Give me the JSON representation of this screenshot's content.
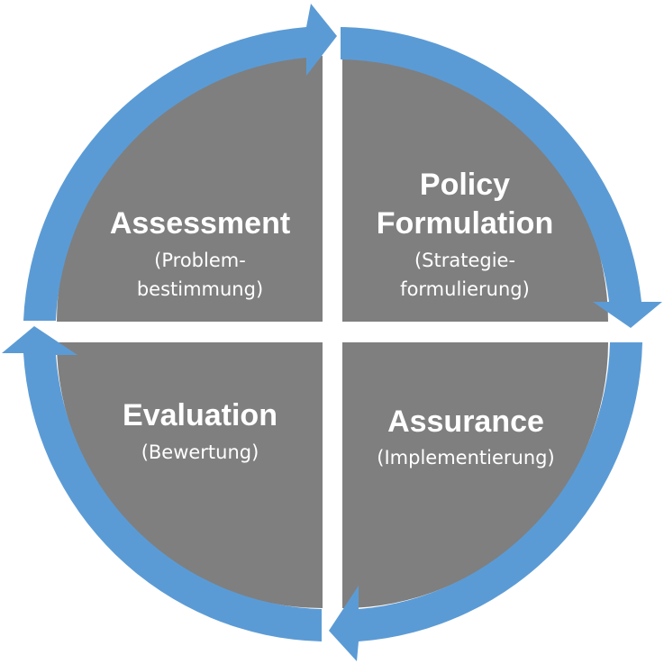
{
  "colors": {
    "quadrant_fill": "#7f7f7f",
    "arrow_fill": "#5b9bd5",
    "text": "#ffffff",
    "background": "#ffffff"
  },
  "quadrants": {
    "assessment": {
      "title": "Assessment",
      "subtitle_lines": [
        "(Problem-",
        "bestimmung)"
      ]
    },
    "policy_formulation": {
      "title_lines": [
        "Policy",
        "Formulation"
      ],
      "subtitle_lines": [
        "(Strategie-",
        "formulierung)"
      ]
    },
    "evaluation": {
      "title": "Evaluation",
      "subtitle_lines": [
        "(Bewertung)"
      ]
    },
    "assurance": {
      "title": "Assurance",
      "subtitle_lines": [
        "(Implementierung)"
      ]
    }
  }
}
